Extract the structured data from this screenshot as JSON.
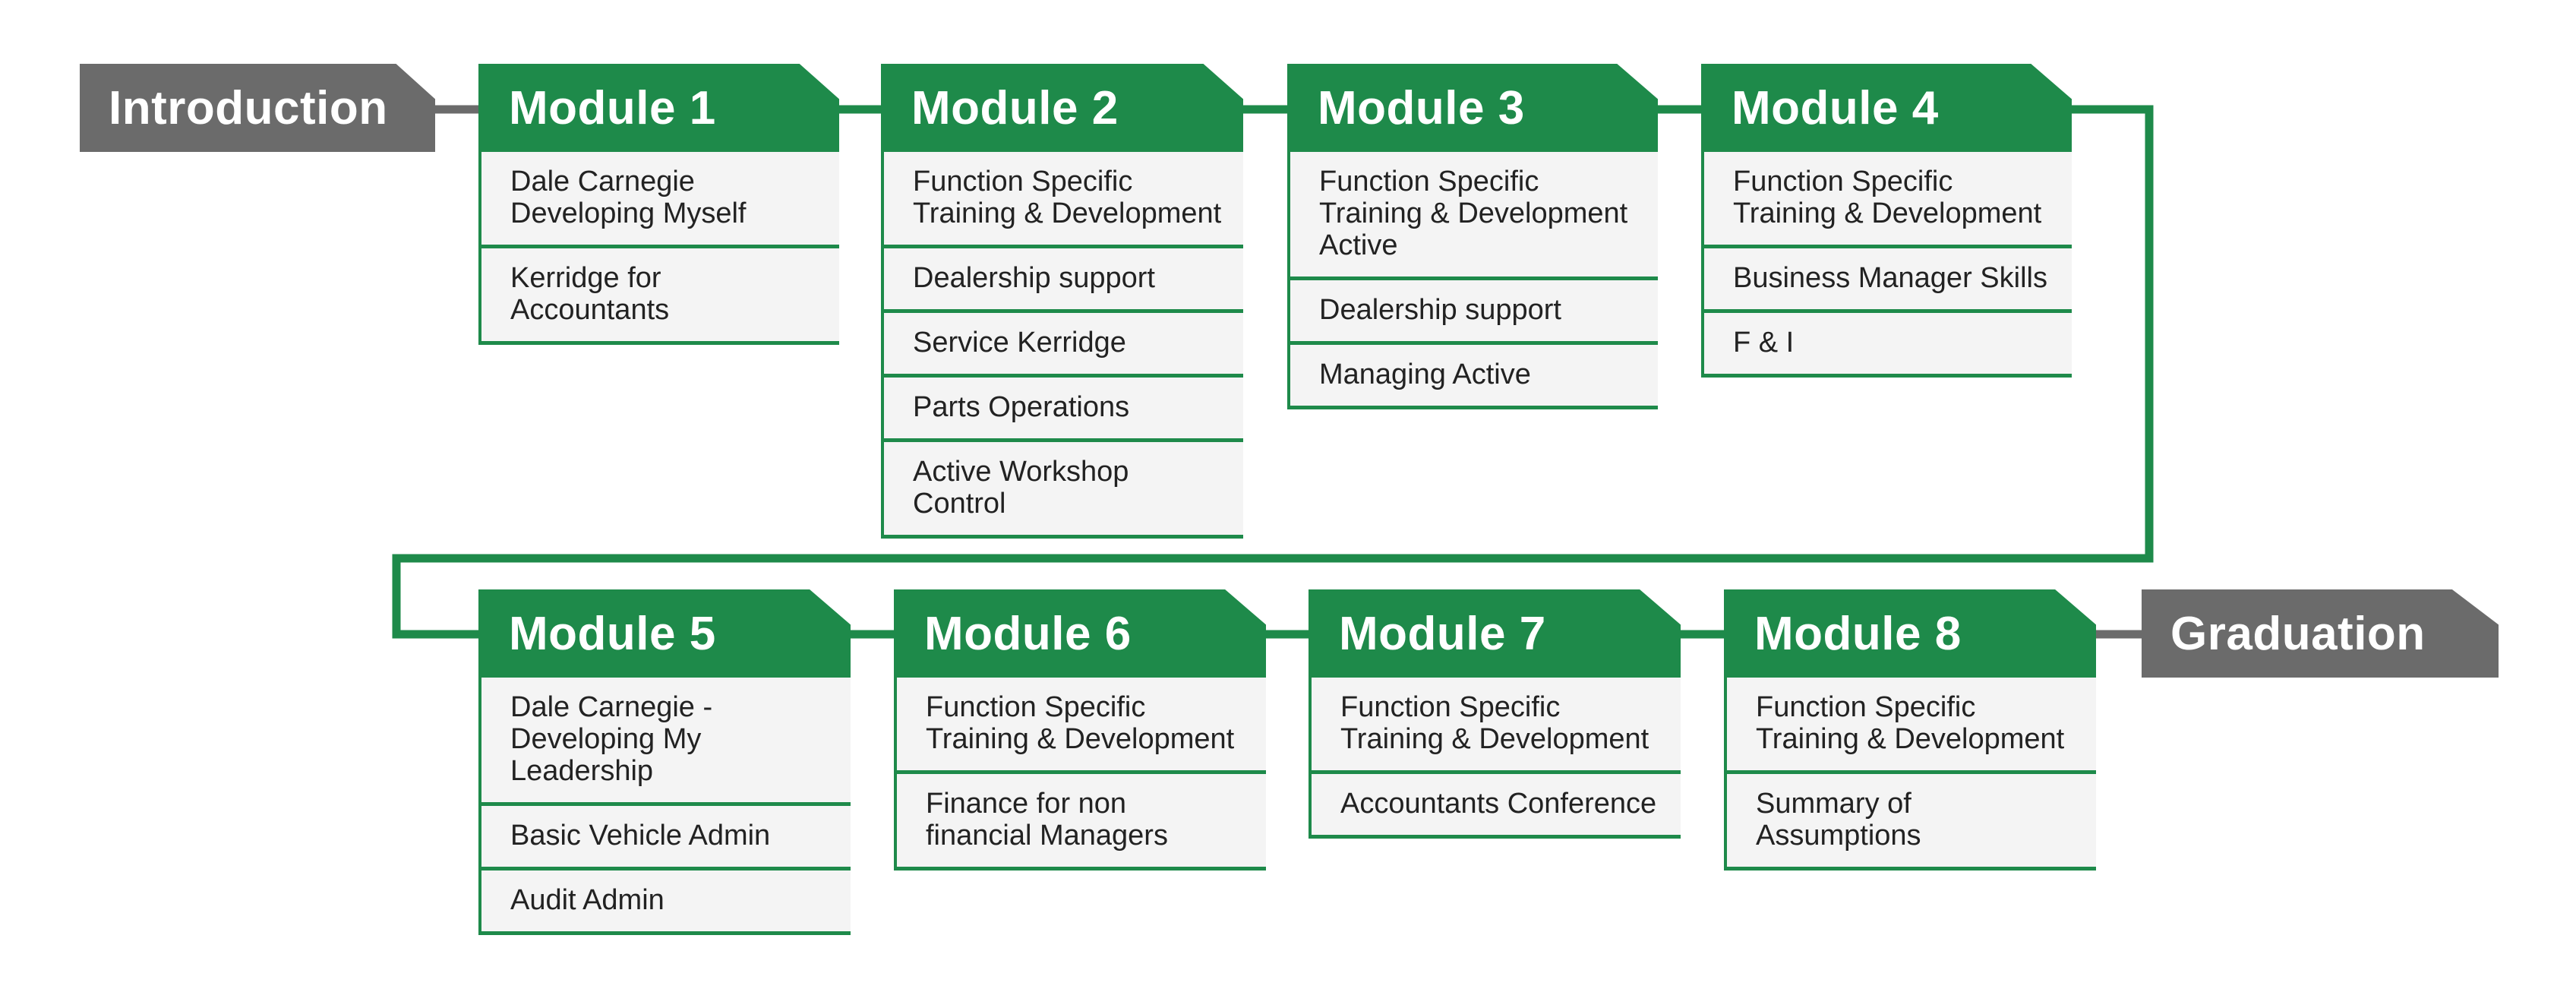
{
  "colors": {
    "module_green": "#1e8a4a",
    "tab_gray": "#6b6b6b",
    "item_bg": "#f4f4f4"
  },
  "introduction": "Introduction",
  "graduation": "Graduation",
  "modules": [
    {
      "title": "Module 1",
      "items": [
        "Dale Carnegie\nDeveloping Myself",
        "Kerridge for\nAccountants"
      ]
    },
    {
      "title": "Module 2",
      "items": [
        "Function Specific\nTraining & Development",
        "Dealership support",
        "Service Kerridge",
        "Parts Operations",
        "Active Workshop Control"
      ]
    },
    {
      "title": "Module 3",
      "items": [
        "Function Specific\nTraining & Development\nActive",
        "Dealership support",
        "Managing Active"
      ]
    },
    {
      "title": "Module 4",
      "items": [
        "Function Specific\nTraining & Development",
        "Business Manager Skills",
        "F & I"
      ]
    },
    {
      "title": "Module 5",
      "items": [
        "Dale Carnegie -\nDeveloping My\nLeadership",
        "Basic Vehicle Admin",
        "Audit Admin"
      ]
    },
    {
      "title": "Module 6",
      "items": [
        "Function Specific\nTraining & Development",
        "Finance for non\nfinancial Managers"
      ]
    },
    {
      "title": "Module 7",
      "items": [
        "Function Specific\nTraining & Development",
        "Accountants Conference"
      ]
    },
    {
      "title": "Module 8",
      "items": [
        "Function Specific\nTraining & Development",
        "Summary of\nAssumptions"
      ]
    }
  ]
}
